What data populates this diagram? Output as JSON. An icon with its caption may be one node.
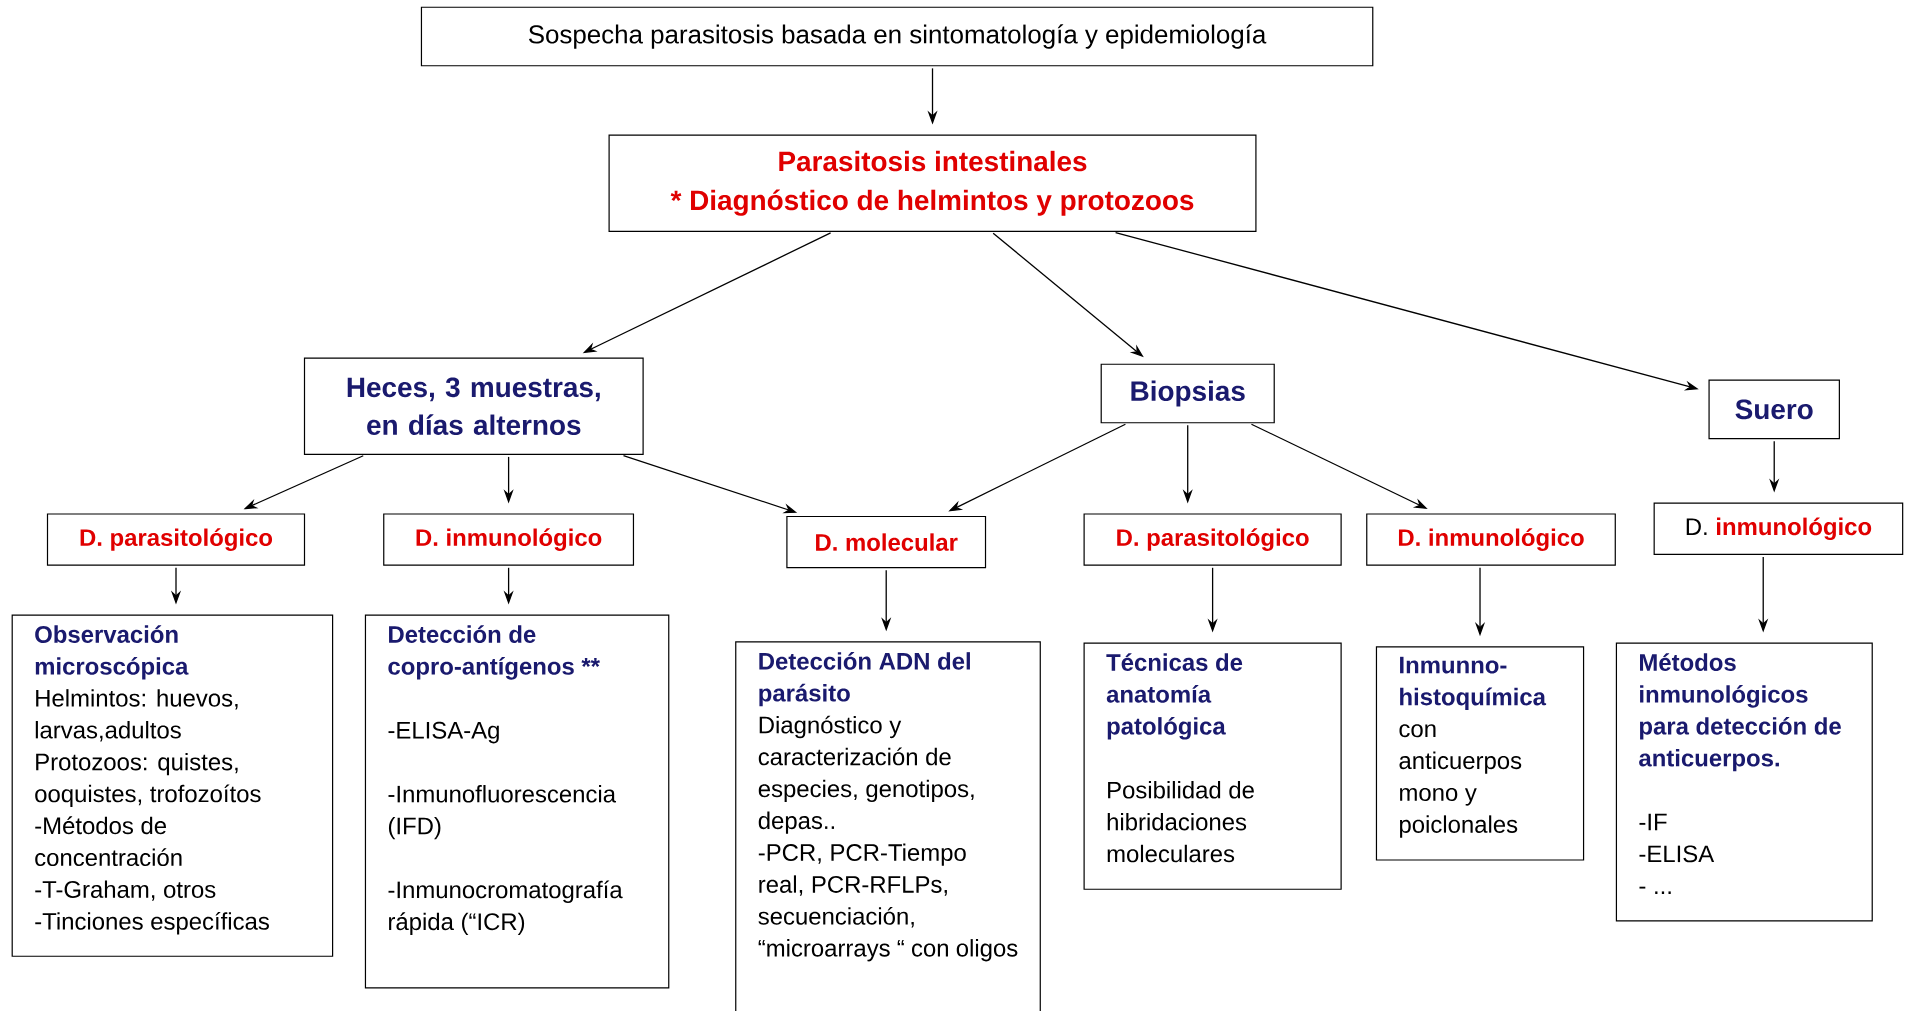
{
  "diagram": {
    "nodes": [
      {
        "text": [
          "Sospecha parasitosis basada en sintomatología y epidemiología"
        ]
      },
      {
        "text": [
          "Parasitosis intestinales",
          "* Diagnóstico de helmintos y protozoos"
        ]
      },
      {
        "text": [
          "Heces, 3 muestras, en días alternos"
        ]
      },
      {
        "text": [
          "Biopsias"
        ]
      },
      {
        "text": [
          "Suero"
        ]
      },
      {
        "text": [
          "D. parasitológico"
        ]
      },
      {
        "text": [
          "D. inmunológico"
        ]
      },
      {
        "text": [
          "D. molecular"
        ]
      },
      {
        "text": [
          "D. parasitológico"
        ]
      },
      {
        "text": [
          "D. inmunológico"
        ]
      },
      {
        "text": [
          "D. **inmunológico**"
        ]
      },
      {
        "text": [
          "Observación microscópica",
          "Helmintos: huevos, larvas,adultos",
          "Protozoos: quistes, ooquistes, trofozoítos",
          "-Métodos de concentración",
          "-T-Graham, otros",
          "-Tinciones específicas"
        ]
      },
      {
        "text": [
          "Detección de copro-antígenos **",
          "-ELISA-Ag",
          "-Inmunofluorescencia (IFD)",
          "-Inmunocromatografía rápida (“ICR)"
        ]
      },
      {
        "text": [
          "Detección ADN del parásito",
          "Diagnóstico y caracterización de especies, genotipos, depas..",
          "-PCR, PCR-Tiempo real, PCR-RFLPs, secuenciación, “microarrays “ con oligos"
        ]
      },
      {
        "text": [
          "Técnicas de anatomía patológica",
          "Posibilidad de hibridaciones moleculares"
        ]
      },
      {
        "text": [
          "Inmunno-histoquímica",
          "con anticuerpos mono y poiclonales"
        ]
      },
      {
        "text": [
          "Métodos inmunológicos para detección de anticuerpos.",
          "-IF",
          "-ELISA",
          "- ..."
        ]
      }
    ],
    "edges": [
      {
        "from": 0,
        "to": 1,
        "arrow": "to"
      },
      {
        "from": 1,
        "to": 2,
        "arrow": "to"
      },
      {
        "from": 1,
        "to": 3,
        "arrow": "to"
      },
      {
        "from": 1,
        "to": 4,
        "arrow": "to"
      },
      {
        "from": 2,
        "to": 5,
        "arrow": "to"
      },
      {
        "from": 2,
        "to": 6,
        "arrow": "to"
      },
      {
        "from": 2,
        "to": 7,
        "arrow": "to"
      },
      {
        "from": 3,
        "to": 7,
        "arrow": "to"
      },
      {
        "from": 3,
        "to": 8,
        "arrow": "to"
      },
      {
        "from": 3,
        "to": 9,
        "arrow": "to"
      },
      {
        "from": 4,
        "to": 10,
        "arrow": "to"
      },
      {
        "from": 5,
        "to": 11,
        "arrow": "to"
      },
      {
        "from": 6,
        "to": 12,
        "arrow": "to"
      },
      {
        "from": 7,
        "to": 13,
        "arrow": "to"
      },
      {
        "from": 8,
        "to": 14,
        "arrow": "to"
      },
      {
        "from": 9,
        "to": 15,
        "arrow": "to"
      },
      {
        "from": 10,
        "to": 16,
        "arrow": "to"
      }
    ]
  }
}
